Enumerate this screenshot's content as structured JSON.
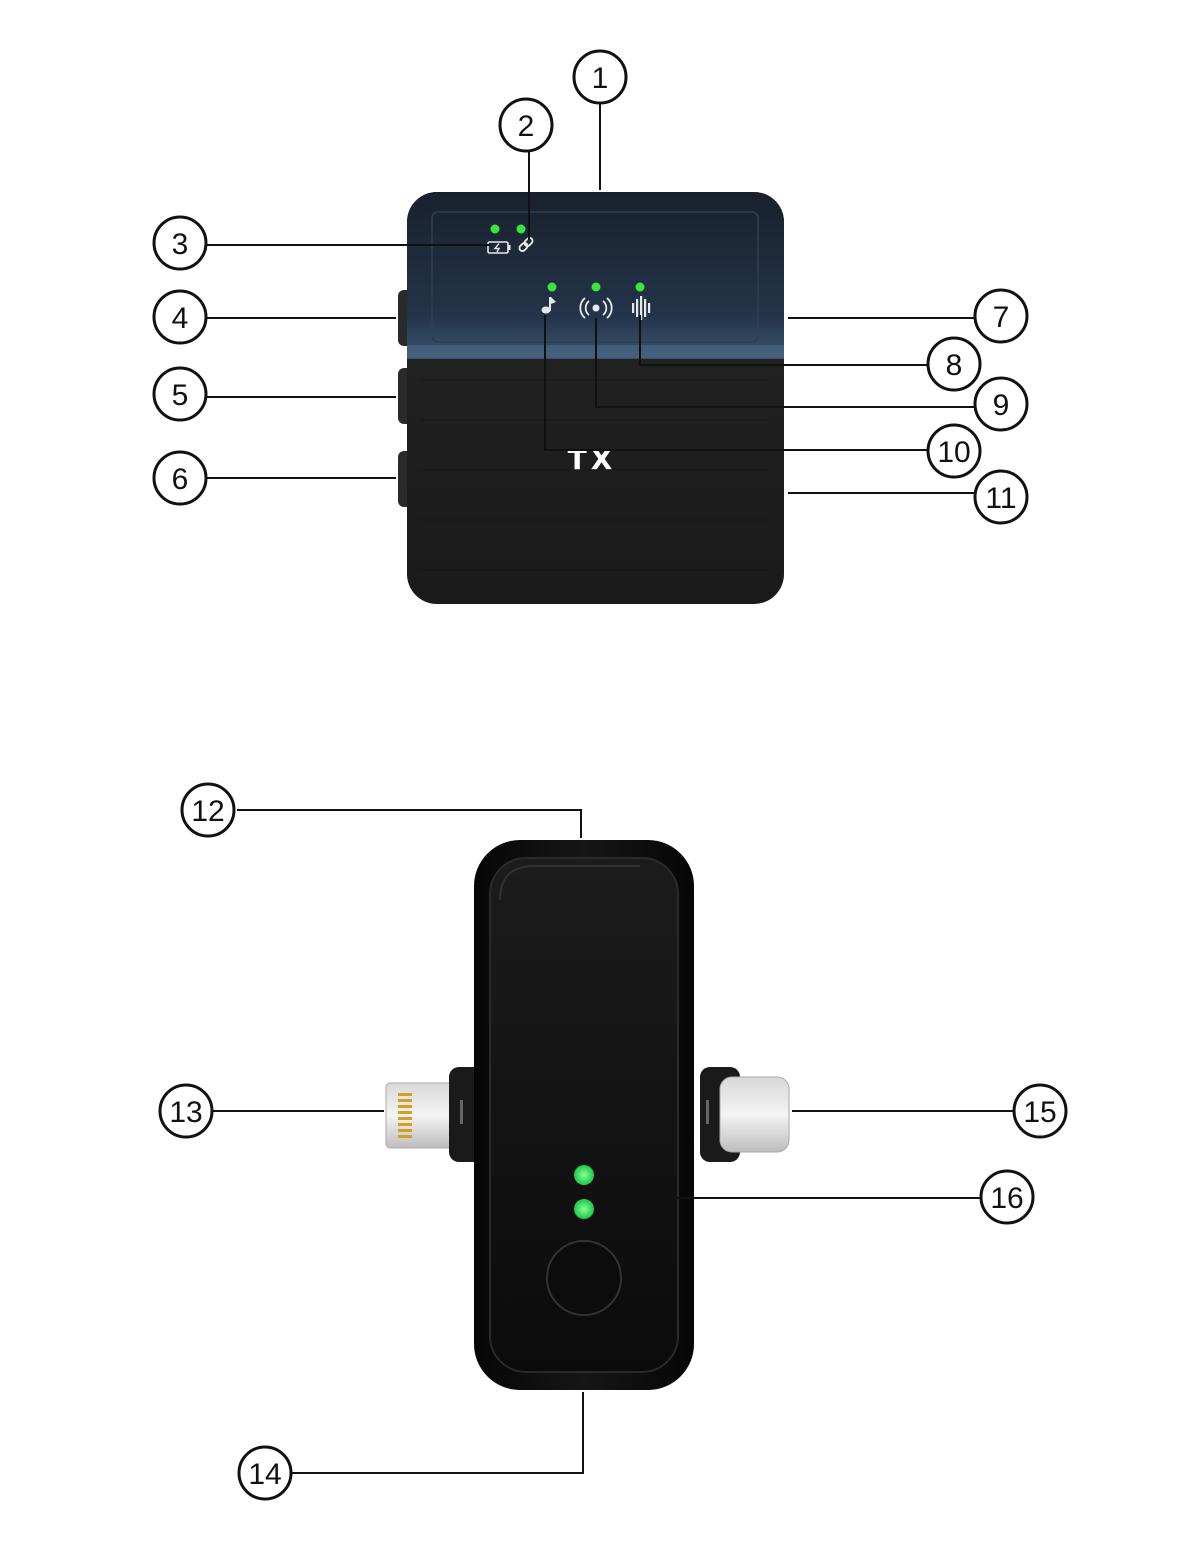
{
  "device_tx": {
    "label": "TX",
    "led_color": "#39e639",
    "body_color": "#1b1b1b",
    "glass_color": "#223044"
  },
  "device_rx": {
    "led_color": "#22dd55",
    "body_color": "#0f0f0f"
  },
  "callouts": [
    {
      "number": "1"
    },
    {
      "number": "2"
    },
    {
      "number": "3"
    },
    {
      "number": "4"
    },
    {
      "number": "5"
    },
    {
      "number": "6"
    },
    {
      "number": "7"
    },
    {
      "number": "8"
    },
    {
      "number": "9"
    },
    {
      "number": "10"
    },
    {
      "number": "11"
    },
    {
      "number": "12"
    },
    {
      "number": "13"
    },
    {
      "number": "14"
    },
    {
      "number": "15"
    },
    {
      "number": "16"
    }
  ]
}
